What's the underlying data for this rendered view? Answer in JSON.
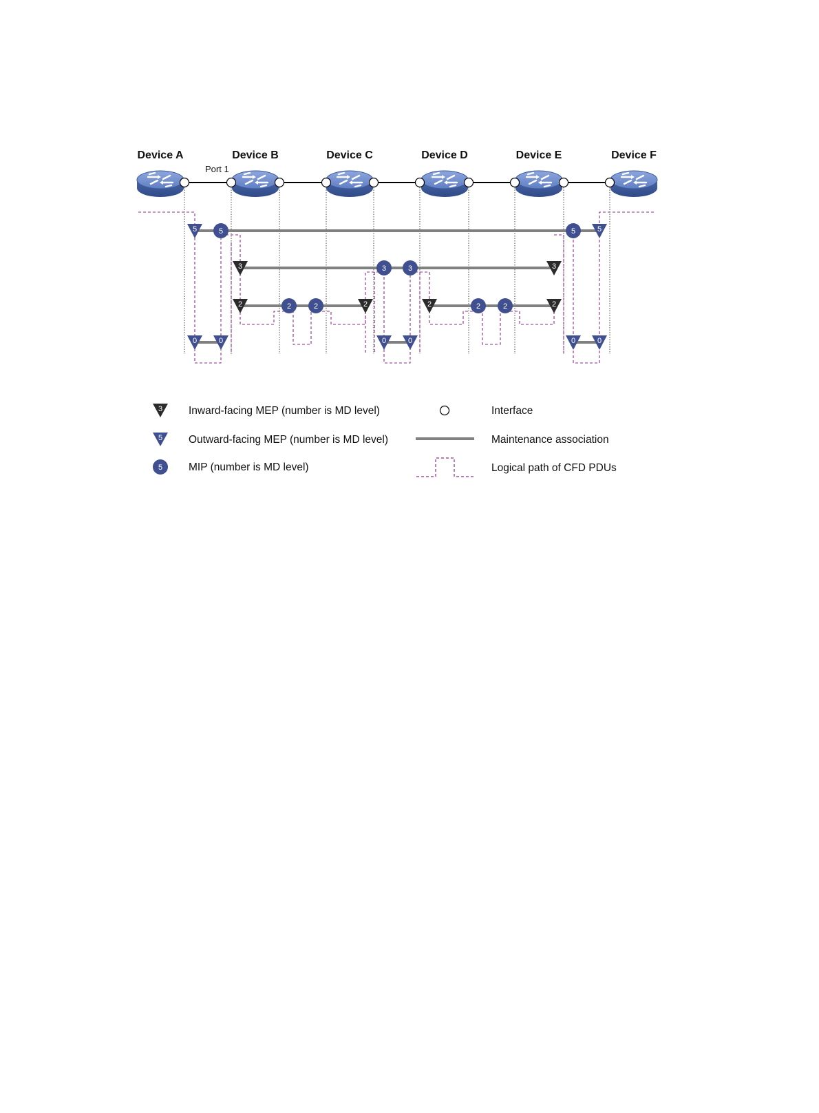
{
  "devices": [
    {
      "id": "A",
      "label": "Device A"
    },
    {
      "id": "B",
      "label": "Device B"
    },
    {
      "id": "C",
      "label": "Device C"
    },
    {
      "id": "D",
      "label": "Device D"
    },
    {
      "id": "E",
      "label": "Device E"
    },
    {
      "id": "F",
      "label": "Device F"
    }
  ],
  "port_label": "Port 1",
  "maintenance_associations": [
    {
      "md_level": "5",
      "nodes": [
        {
          "type": "outward-mep",
          "value": "5"
        },
        {
          "type": "mip",
          "value": "5"
        },
        {
          "type": "mip",
          "value": "5"
        },
        {
          "type": "outward-mep",
          "value": "5"
        }
      ]
    },
    {
      "md_level": "3",
      "nodes": [
        {
          "type": "inward-mep",
          "value": "3"
        },
        {
          "type": "mip",
          "value": "3"
        },
        {
          "type": "mip",
          "value": "3"
        },
        {
          "type": "inward-mep",
          "value": "3"
        }
      ]
    },
    {
      "md_level": "2",
      "nodes": [
        {
          "type": "inward-mep",
          "value": "2"
        },
        {
          "type": "mip",
          "value": "2"
        },
        {
          "type": "mip",
          "value": "2"
        },
        {
          "type": "inward-mep",
          "value": "2"
        }
      ]
    },
    {
      "md_level": "2",
      "nodes": [
        {
          "type": "inward-mep",
          "value": "2"
        },
        {
          "type": "mip",
          "value": "2"
        },
        {
          "type": "mip",
          "value": "2"
        },
        {
          "type": "inward-mep",
          "value": "2"
        }
      ]
    },
    {
      "md_level": "0",
      "nodes": [
        {
          "type": "outward-mep",
          "value": "0"
        },
        {
          "type": "outward-mep",
          "value": "0"
        }
      ]
    },
    {
      "md_level": "0",
      "nodes": [
        {
          "type": "outward-mep",
          "value": "0"
        },
        {
          "type": "outward-mep",
          "value": "0"
        }
      ]
    },
    {
      "md_level": "0",
      "nodes": [
        {
          "type": "outward-mep",
          "value": "0"
        },
        {
          "type": "outward-mep",
          "value": "0"
        }
      ]
    }
  ],
  "legend": {
    "inward_mep": {
      "symbol": "3",
      "label": "Inward-facing  MEP (number is MD level)"
    },
    "outward_mep": {
      "symbol": "5",
      "label": "Outward-facing  MEP (number is MD level)"
    },
    "mip": {
      "symbol": "5",
      "label": "MIP (number is MD level)"
    },
    "interface": {
      "label": "Interface"
    },
    "maintenance_association": {
      "label": "Maintenance association"
    },
    "logical_path": {
      "label": "Logical path of CFD PDUs"
    }
  },
  "colors": {
    "device": "#4f6db0",
    "inward_mep": "#2b2b2b",
    "outward_mep": "#3f4f8f",
    "mip": "#3f4f8f",
    "ma_line": "#808080",
    "pdu_path": "#8e2a8e",
    "link": "#000000"
  }
}
